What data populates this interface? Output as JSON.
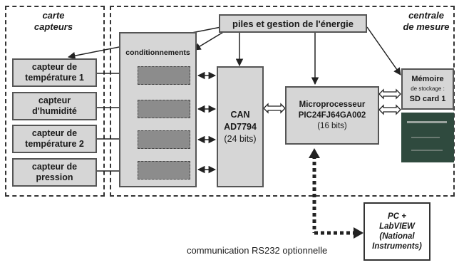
{
  "regions": {
    "sensors_label": [
      "carte",
      "capteurs"
    ],
    "center_label": [
      "centrale",
      "de mesure"
    ]
  },
  "power": {
    "label": "piles et gestion de l'énergie"
  },
  "conditioning": {
    "label": "conditionnements"
  },
  "sensors": [
    [
      "capteur de",
      "température 1"
    ],
    [
      "capteur",
      "d'humidité"
    ],
    [
      "capteur de",
      "température 2"
    ],
    [
      "capteur de",
      "pression"
    ]
  ],
  "adc": {
    "lines": [
      "CAN",
      "AD7794",
      "(24 bits)"
    ]
  },
  "mcu": {
    "lines": [
      "Microprocesseur",
      "PIC24FJ64GA002",
      "(16 bits)"
    ]
  },
  "memory": {
    "lines": [
      "Mémoire",
      "de stockage :",
      "SD card 1"
    ]
  },
  "pc": {
    "lines": [
      "PC +",
      "LabVIEW",
      "(National",
      "Instruments)"
    ]
  },
  "comm": {
    "label": "communication RS232 optionnelle"
  },
  "colors": {
    "box_fill": "#d6d6d6",
    "cond_cell": "#8c8c8c",
    "dark_block": "#2f4a3e",
    "line": "#333333"
  }
}
